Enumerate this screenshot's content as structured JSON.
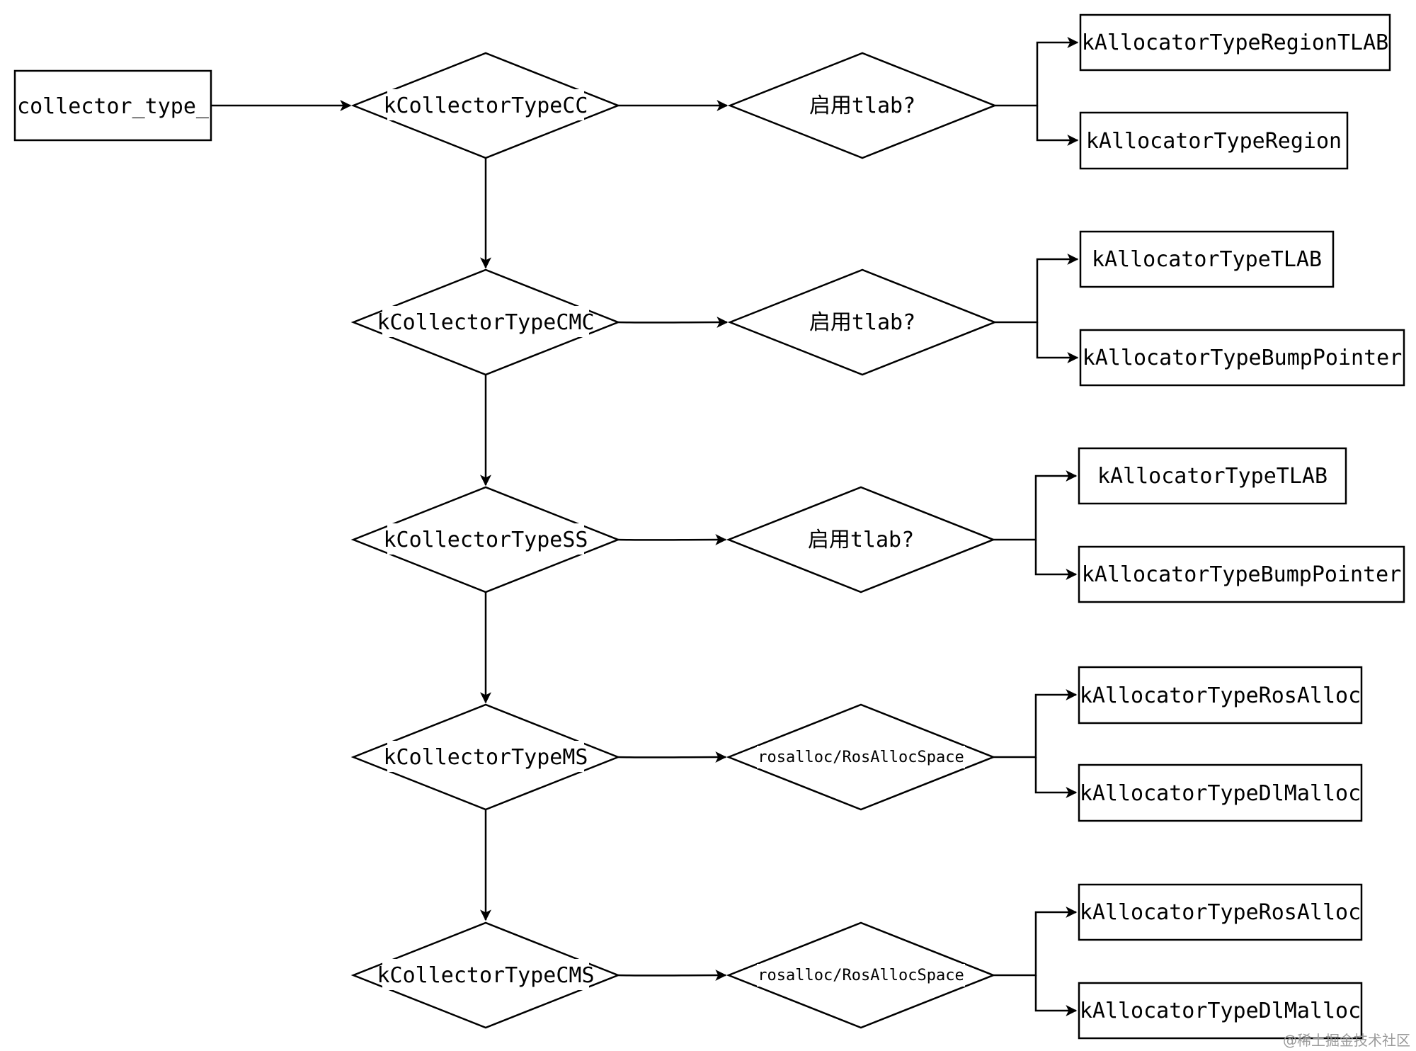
{
  "diagram": {
    "root": "collector_type_",
    "collectors": [
      {
        "label": "kCollectorTypeCC",
        "condition": "启用tlab?",
        "allocators": [
          "kAllocatorTypeRegionTLAB",
          "kAllocatorTypeRegion"
        ]
      },
      {
        "label": "kCollectorTypeCMC",
        "condition": "启用tlab?",
        "allocators": [
          "kAllocatorTypeTLAB",
          "kAllocatorTypeBumpPointer"
        ]
      },
      {
        "label": "kCollectorTypeSS",
        "condition": "启用tlab?",
        "allocators": [
          "kAllocatorTypeTLAB",
          "kAllocatorTypeBumpPointer"
        ]
      },
      {
        "label": "kCollectorTypeMS",
        "condition": "rosalloc/RosAllocSpace",
        "allocators": [
          "kAllocatorTypeRosAlloc",
          "kAllocatorTypeDlMalloc"
        ]
      },
      {
        "label": "kCollectorTypeCMS",
        "condition": "rosalloc/RosAllocSpace",
        "allocators": [
          "kAllocatorTypeRosAlloc",
          "kAllocatorTypeDlMalloc"
        ]
      }
    ],
    "watermark": "@稀土掘金技术社区"
  }
}
